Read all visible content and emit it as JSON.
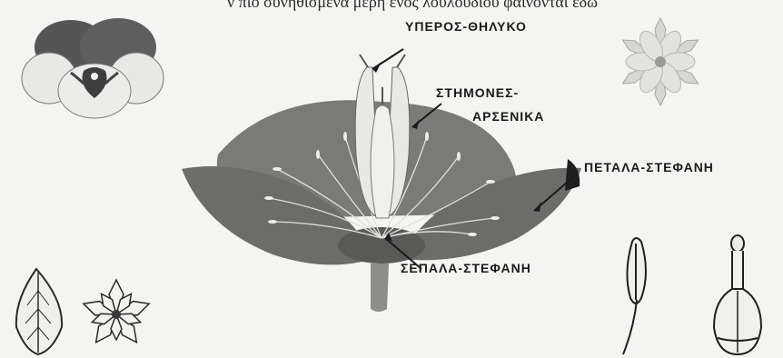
{
  "top_fragment_text": "ν πιο συνηθισμένα μέρη ενός λουλουδιού φαίνονται εδώ",
  "labels": {
    "pistil": "ΥΠΕΡΟΣ-ΘΗΛΥΚΟ",
    "stamens_line1": "ΣΤΗΜΟΝΕΣ-",
    "stamens_line2": "ΑΡΣΕΝΙΚΑ",
    "petals": "ΠΕΤΑΛΑ-ΣΤΕΦΑΝΗ",
    "sepals": "ΣΕΠΑΛΑ-ΣΤΕΦΑΝΗ"
  },
  "colors": {
    "paper": "#f4f4f2",
    "petal_dark": "#6b6b6b",
    "petal_mid": "#8a8a8a",
    "ink": "#1a1a1a"
  }
}
